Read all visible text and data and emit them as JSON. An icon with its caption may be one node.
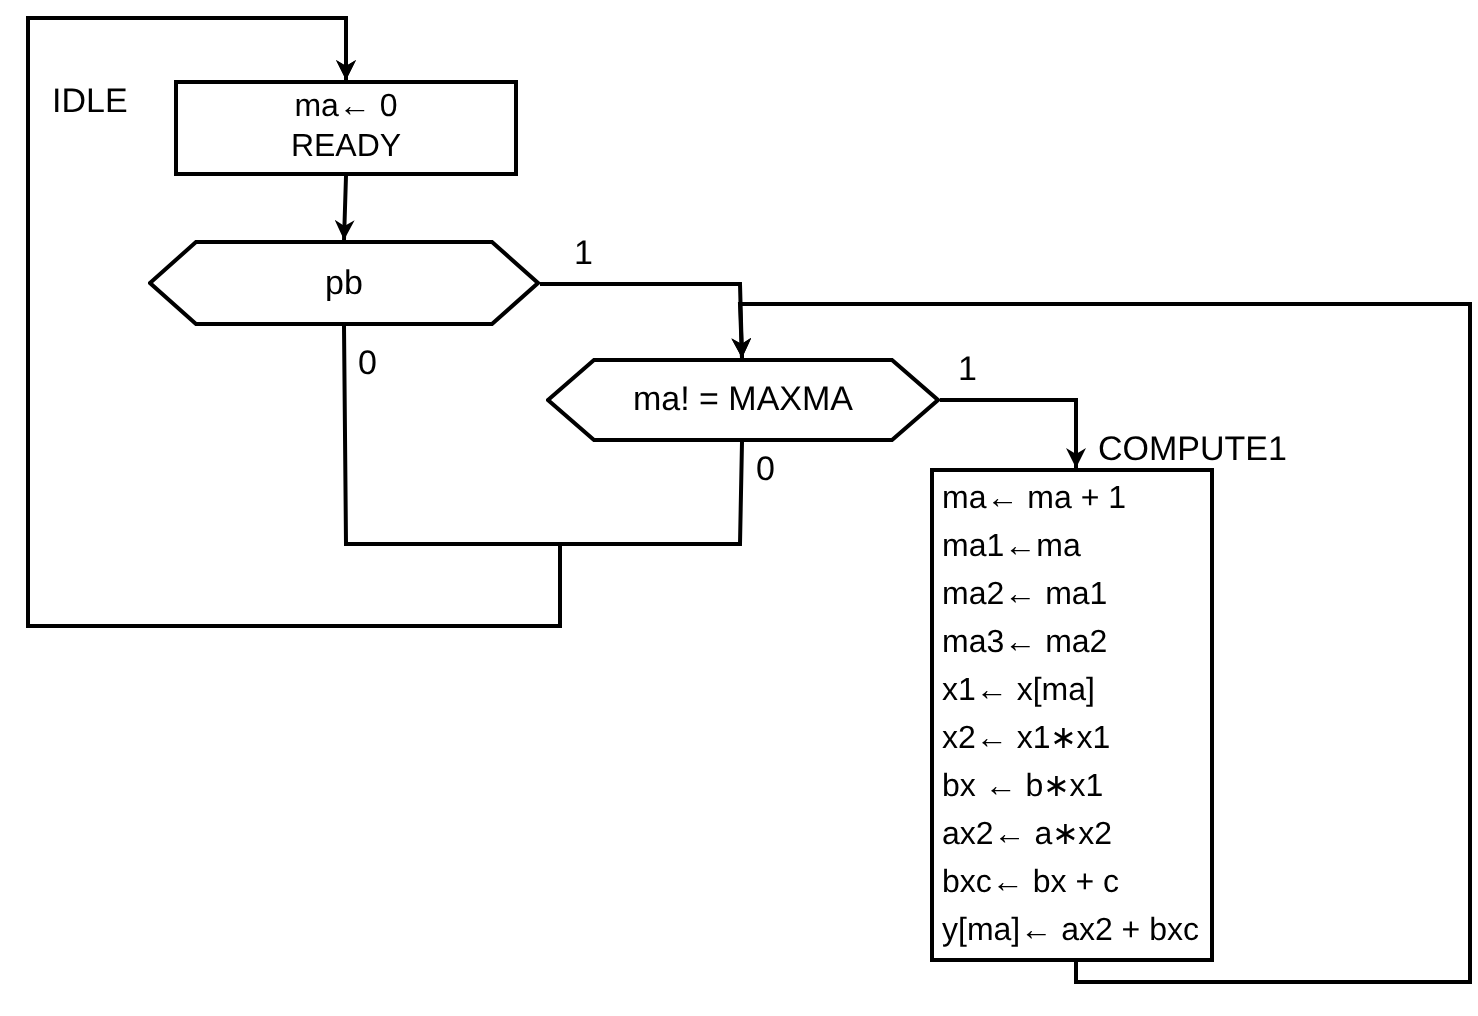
{
  "diagram": {
    "nodes": [
      {
        "text": [
          "IDLE",
          "ma← 0",
          "READY"
        ]
      },
      {
        "text": [
          "pb"
        ]
      },
      {
        "text": [
          "ma! = MAXMA"
        ]
      },
      {
        "text": [
          "COMPUTE1",
          "ma← ma + 1",
          "ma1←ma",
          "ma2← ma1",
          "ma3← ma2",
          "x1← x[ma]",
          "x2← x1∗x1",
          "bx ← b∗x1",
          "ax2← a∗x2",
          "bxc← bx + c",
          "y[ma]← ax2 + bxc"
        ]
      }
    ],
    "edges": [
      {
        "from": 0,
        "to": 1,
        "arrow": "to"
      },
      {
        "from": 1,
        "to": 2,
        "arrow": "to",
        "label": "1"
      },
      {
        "from": 1,
        "to": 0,
        "arrow": "to",
        "label": "0"
      },
      {
        "from": 2,
        "to": 0,
        "arrow": "to",
        "label": "0"
      },
      {
        "from": 2,
        "to": 3,
        "arrow": "to",
        "label": "1"
      },
      {
        "from": 3,
        "to": 2,
        "arrow": "to"
      }
    ]
  }
}
